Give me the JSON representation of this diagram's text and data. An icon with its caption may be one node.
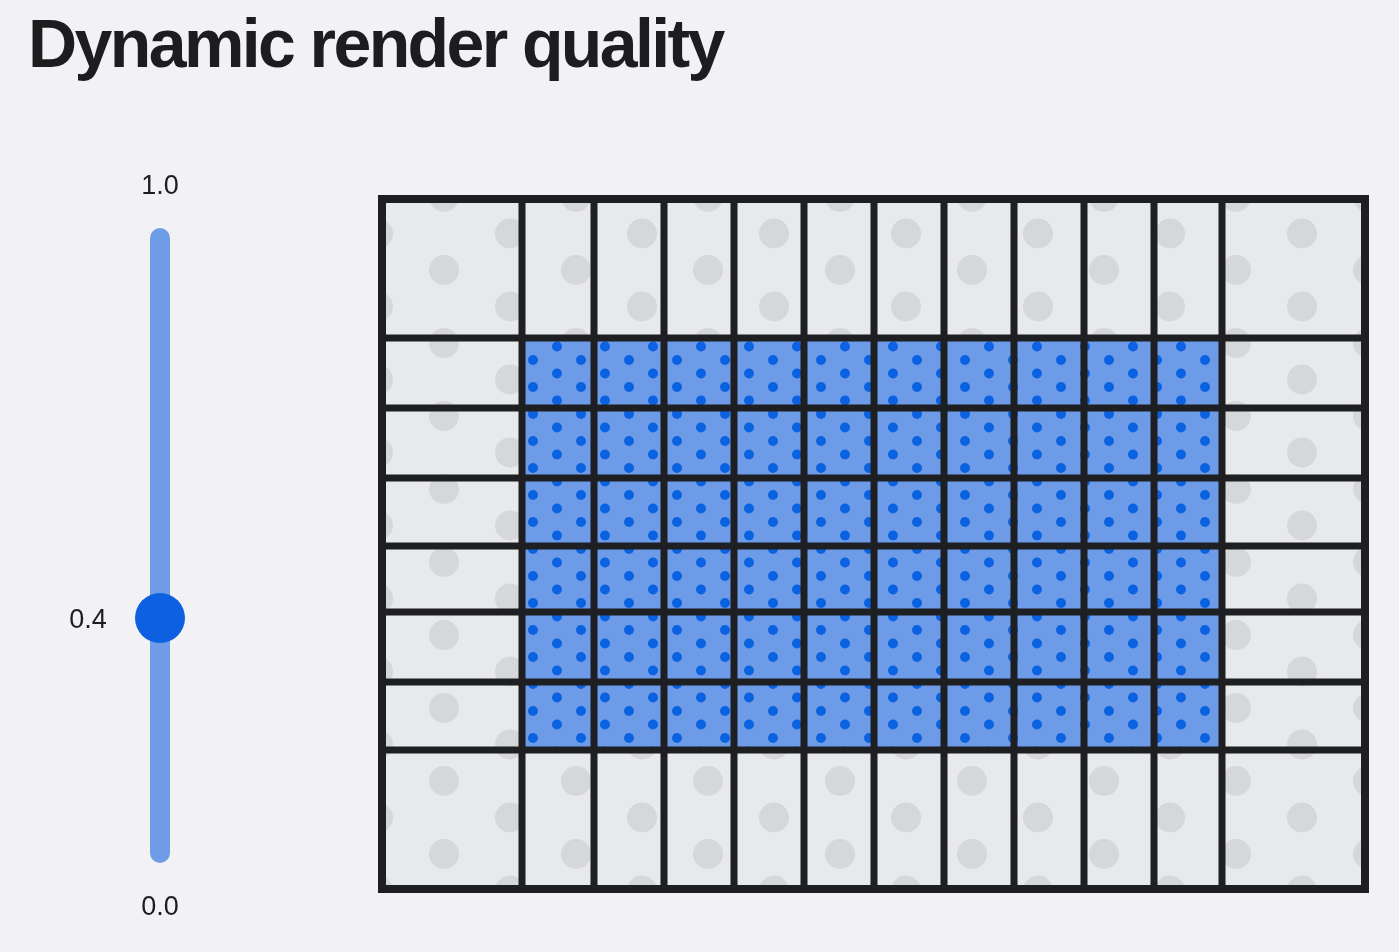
{
  "diagram": {
    "title": "Dynamic render quality",
    "labels": [
      "1.0",
      "0.4",
      "0.0"
    ]
  }
}
